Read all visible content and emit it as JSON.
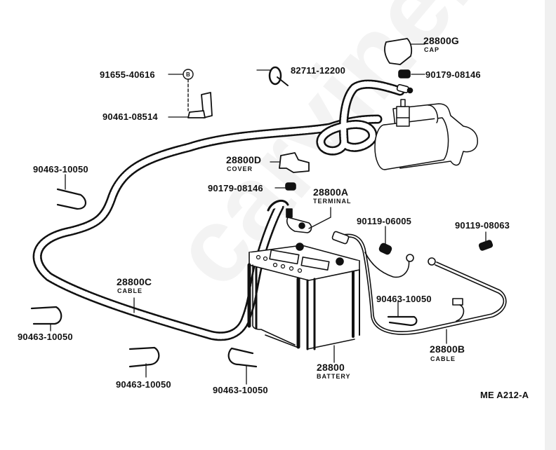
{
  "diagram": {
    "title_code": "ME A212-A",
    "watermark": "carvine.ru",
    "parts": [
      {
        "id": "p1",
        "number": "91655-40616",
        "name": ""
      },
      {
        "id": "p1b",
        "number": "B",
        "name": ""
      },
      {
        "id": "p2",
        "number": "90461-08514",
        "name": ""
      },
      {
        "id": "p3",
        "number": "82711-12200",
        "name": ""
      },
      {
        "id": "p4",
        "number": "28800G",
        "name": "CAP"
      },
      {
        "id": "p5",
        "number": "90179-08146",
        "name": ""
      },
      {
        "id": "p6",
        "number": "90463-10050",
        "name": ""
      },
      {
        "id": "p7",
        "number": "28800D",
        "name": "COVER"
      },
      {
        "id": "p8",
        "number": "90179-08146",
        "name": ""
      },
      {
        "id": "p9",
        "number": "28800A",
        "name": "TERMINAL"
      },
      {
        "id": "p10",
        "number": "90119-06005",
        "name": ""
      },
      {
        "id": "p11",
        "number": "90119-08063",
        "name": ""
      },
      {
        "id": "p12",
        "number": "28800C",
        "name": "CABLE"
      },
      {
        "id": "p13",
        "number": "90463-10050",
        "name": ""
      },
      {
        "id": "p14",
        "number": "90463-10050",
        "name": ""
      },
      {
        "id": "p15",
        "number": "28800B",
        "name": "CABLE"
      },
      {
        "id": "p16",
        "number": "90463-10050",
        "name": ""
      },
      {
        "id": "p17",
        "number": "90463-10050",
        "name": ""
      },
      {
        "id": "p18",
        "number": "28800",
        "name": "BATTERY"
      }
    ]
  }
}
